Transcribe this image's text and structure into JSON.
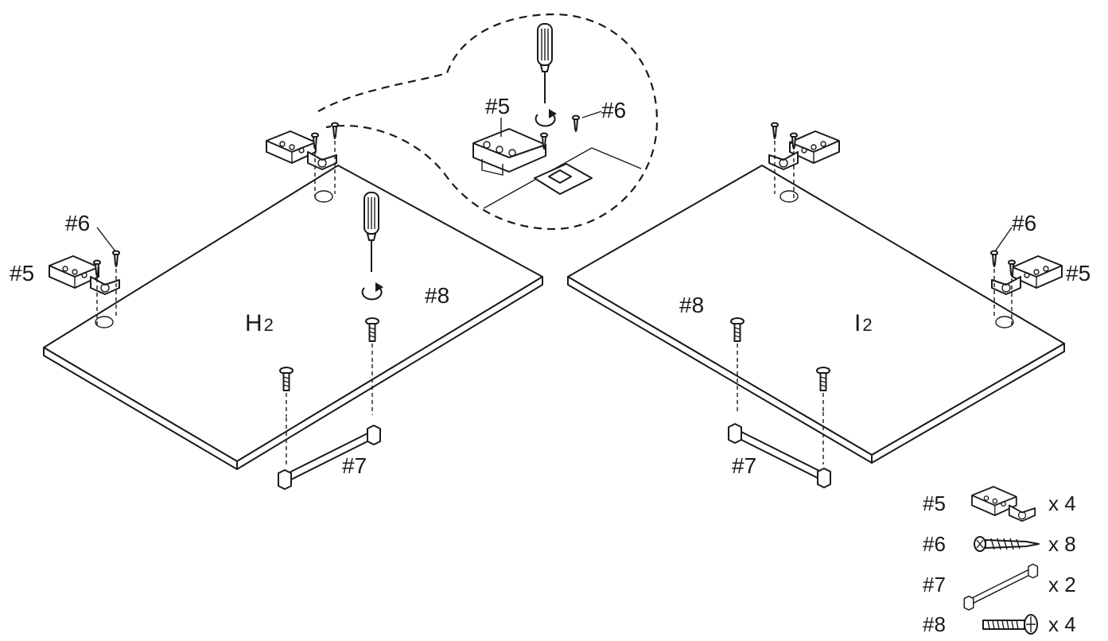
{
  "panels": {
    "left": {
      "label": "H",
      "sub": "2"
    },
    "right": {
      "label": "I",
      "sub": "2"
    }
  },
  "callouts": {
    "hinge": "#5",
    "hinge_screw": "#6",
    "handle": "#7",
    "handle_screw": "#8"
  },
  "parts_list": [
    {
      "id": "#5",
      "icon": "hinge-icon",
      "qty": "x 4"
    },
    {
      "id": "#6",
      "icon": "wood-screw-icon",
      "qty": "x 8"
    },
    {
      "id": "#7",
      "icon": "handle-bar-icon",
      "qty": "x 2"
    },
    {
      "id": "#8",
      "icon": "machine-screw-icon",
      "qty": "x 4"
    }
  ]
}
